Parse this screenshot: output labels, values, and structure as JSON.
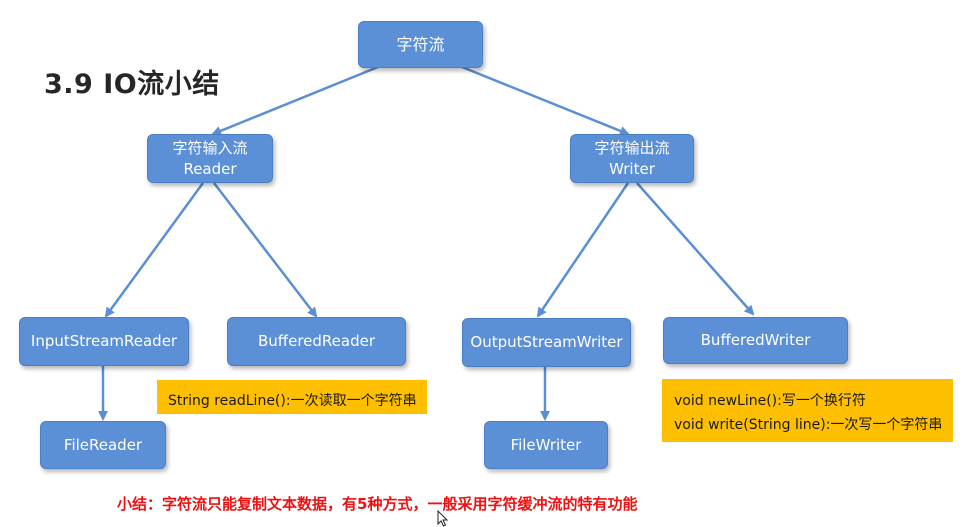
{
  "title": "3.9 IO流小结",
  "root": {
    "label": "字符流"
  },
  "reader": {
    "line1": "字符输入流",
    "line2": "Reader"
  },
  "writer": {
    "line1": "字符输出流",
    "line2": "Writer"
  },
  "input_stream_reader": {
    "label": "InputStreamReader"
  },
  "buffered_reader": {
    "label": "BufferedReader"
  },
  "file_reader": {
    "label": "FileReader"
  },
  "output_stream_writer": {
    "label": "OutputStreamWriter"
  },
  "buffered_writer": {
    "label": "BufferedWriter"
  },
  "file_writer": {
    "label": "FileWriter"
  },
  "reader_note": {
    "line1": "String readLine():一次读取一个字符串"
  },
  "writer_note": {
    "line1": "void newLine():写一个换行符",
    "line2": "void write(String line):一次写一个字符串"
  },
  "summary": "小结：字符流只能复制文本数据，有5种方式，一般采用字符缓冲流的特有功能",
  "colors": {
    "node_fill": "#5b90d6",
    "arrow": "#5b8fd4",
    "note_fill": "#fdbf00",
    "summary_text": "#ee1111"
  },
  "icons": {
    "cursor": "mouse-pointer-icon"
  }
}
